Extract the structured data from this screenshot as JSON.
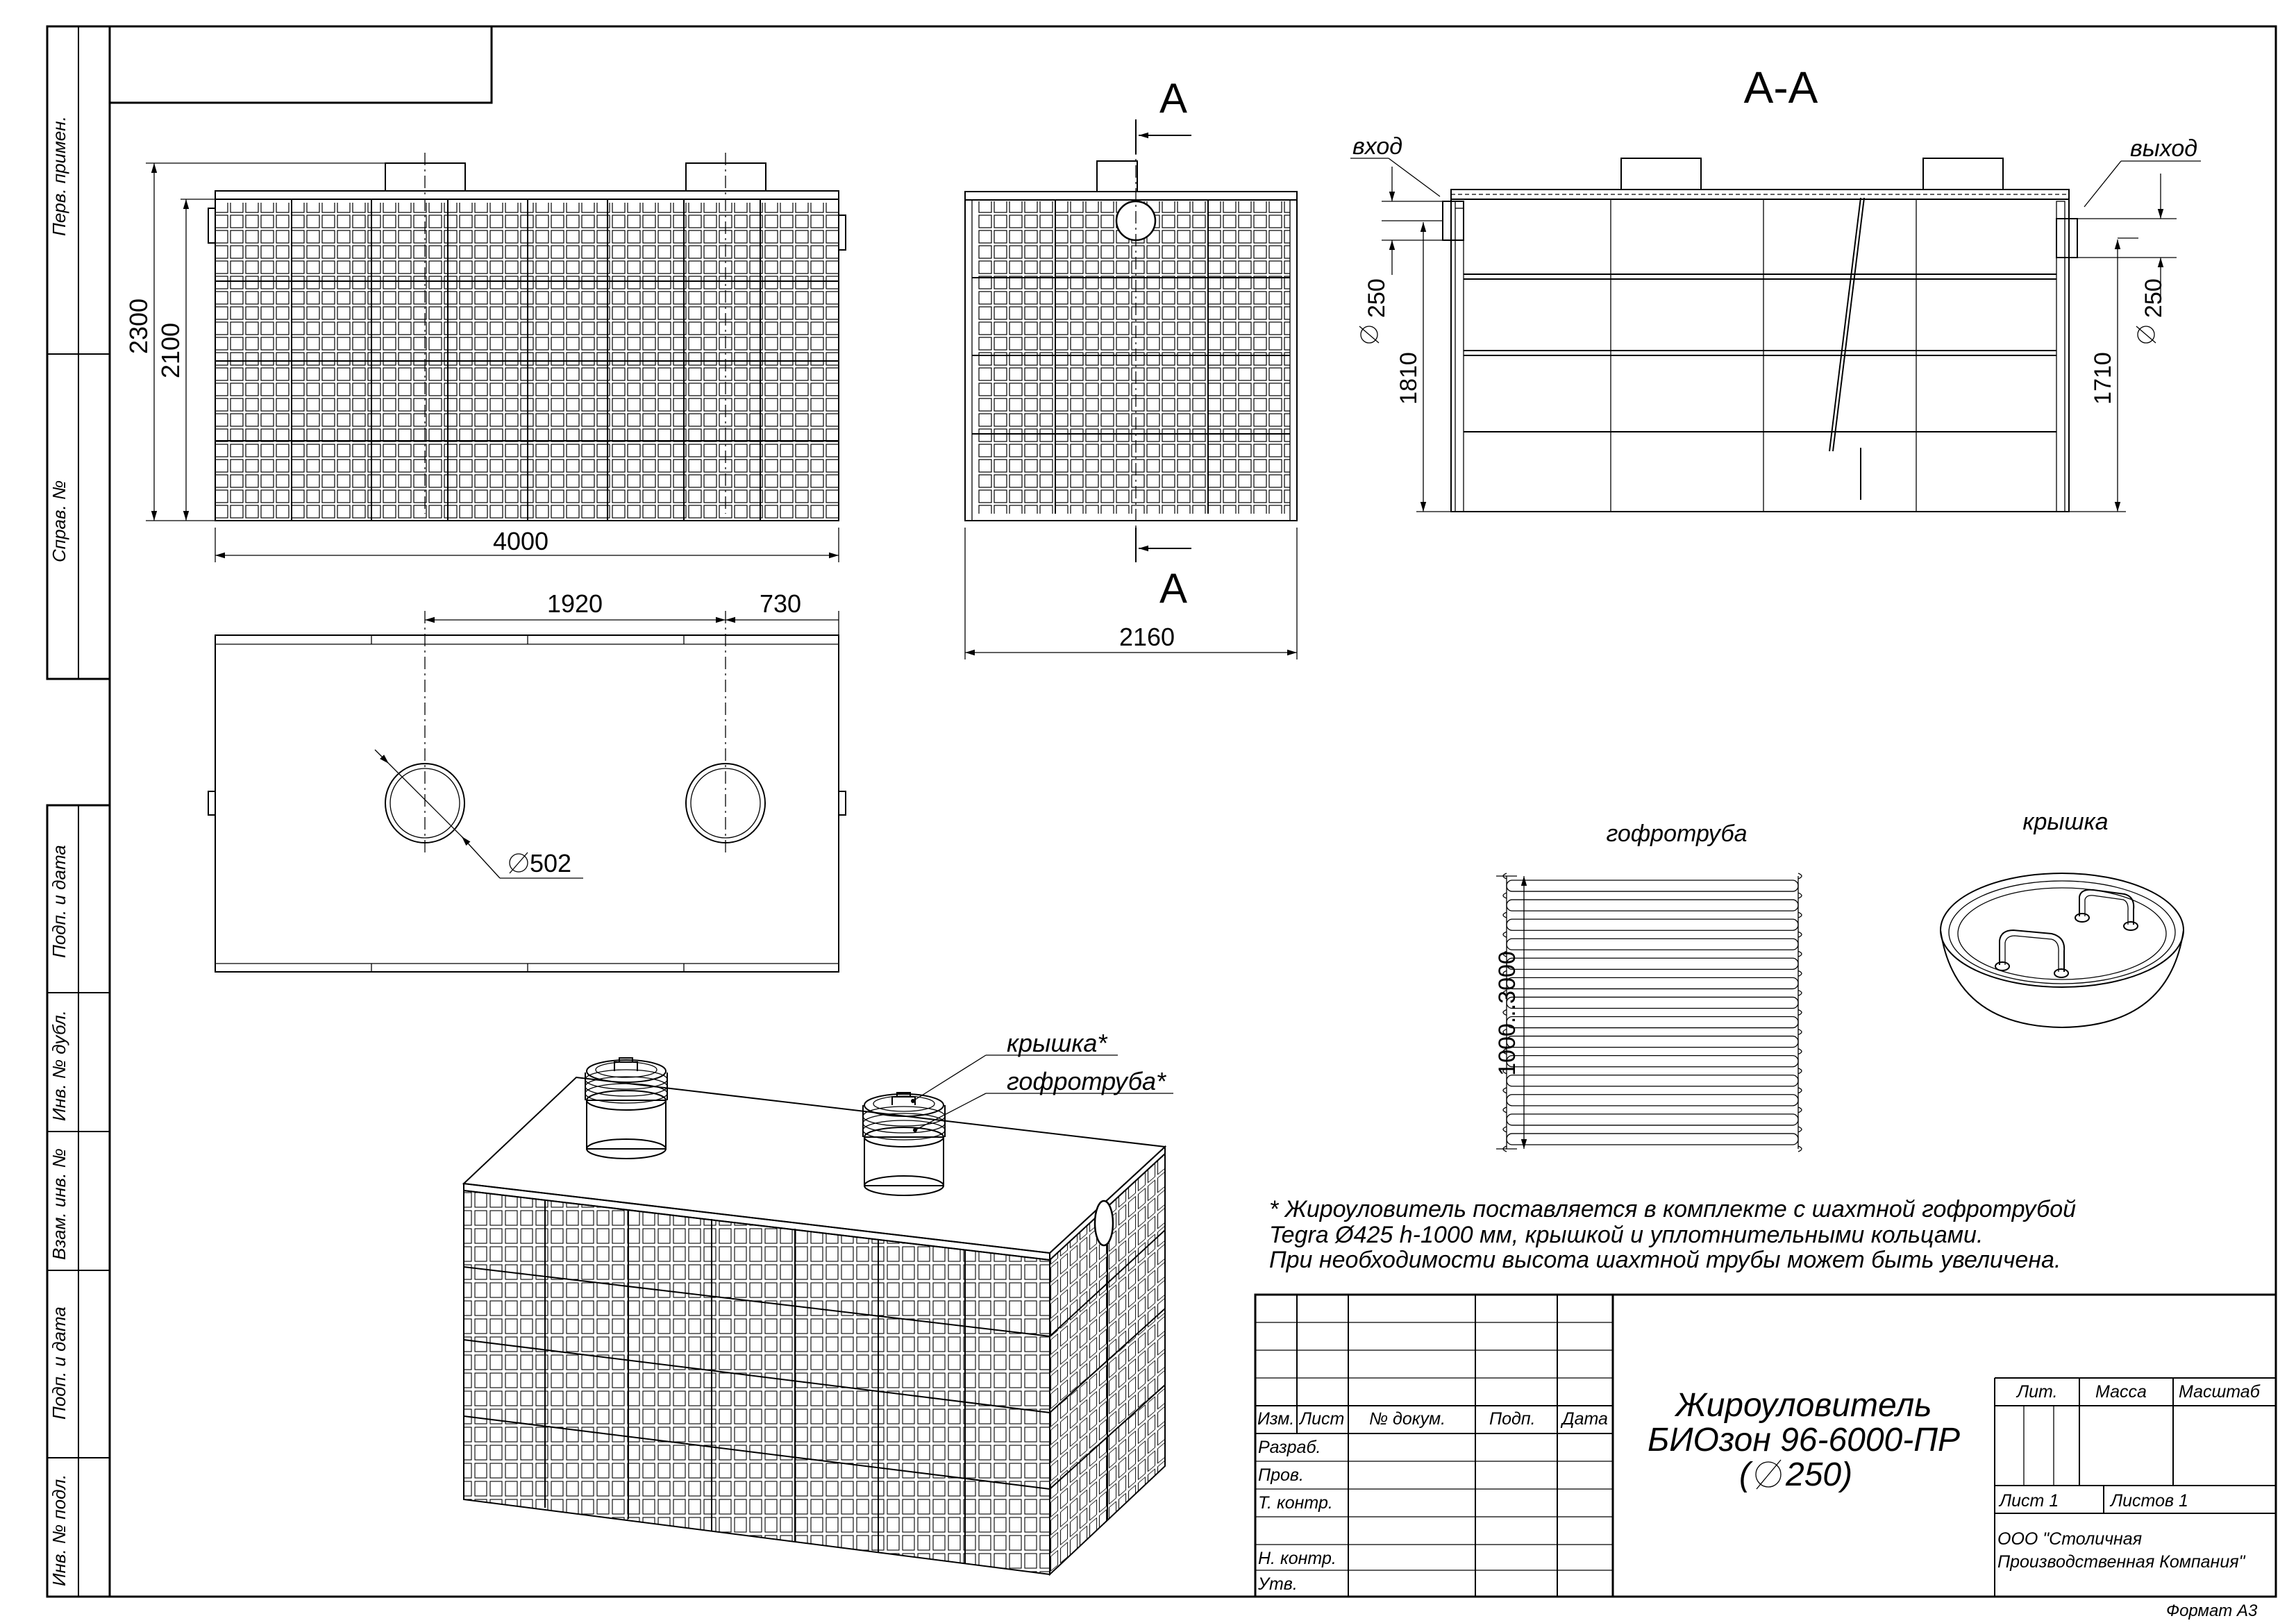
{
  "side_stamps": [
    "Перв. примен.",
    "Справ. №",
    "Подп. и дата",
    "Инв. № дубл.",
    "Взам. инв. №",
    "Подп. и дата",
    "Инв. № подл."
  ],
  "front_view": {
    "width": "4000",
    "height_total": "2300",
    "height_body": "2100"
  },
  "top_view": {
    "dim_between": "1920",
    "dim_edge": "730",
    "hole_diameter": "502"
  },
  "side_view": {
    "width": "2160",
    "section_mark": "А"
  },
  "section": {
    "title": "А-А",
    "inlet_label": "вход",
    "outlet_label": "выход",
    "inlet_diameter": "250",
    "outlet_diameter": "250",
    "inlet_height": "1810",
    "outlet_height": "1710"
  },
  "pipe_detail": {
    "label": "гофротруба",
    "height_range": "1000...3000"
  },
  "lid_detail": {
    "label": "крышка"
  },
  "iso_view": {
    "lid_label": "крышка*",
    "pipe_label": "гофротруба*"
  },
  "note": [
    "* Жироуловитель поставляется в комплекте с шахтной гофротрубой",
    "Tegra Ø425 h-1000 мм, крышкой и уплотнительными кольцами.",
    "При необходимости высота шахтной трубы может быть увеличена."
  ],
  "title_block": {
    "name_line1": "Жироуловитель",
    "name_line2": "БИОзон 96-6000-ПР",
    "name_line3": "250)",
    "name_line3_prefix": "(",
    "headers": {
      "izm": "Изм.",
      "list": "Лист",
      "doc": "№ докум.",
      "sign": "Подп.",
      "date": "Дата"
    },
    "roles": {
      "razrab": "Разраб.",
      "prov": "Пров.",
      "tkontr": "Т. контр.",
      "nkontr": "Н. контр.",
      "utv": "Утв."
    },
    "lit": "Лит.",
    "mass": "Масса",
    "scale": "Масштаб",
    "sheet": "Лист 1",
    "sheets": "Листов 1",
    "company_line1": "ООО \"Столичная",
    "company_line2": "Производственная Компания\""
  },
  "format_label": "Формат А3"
}
